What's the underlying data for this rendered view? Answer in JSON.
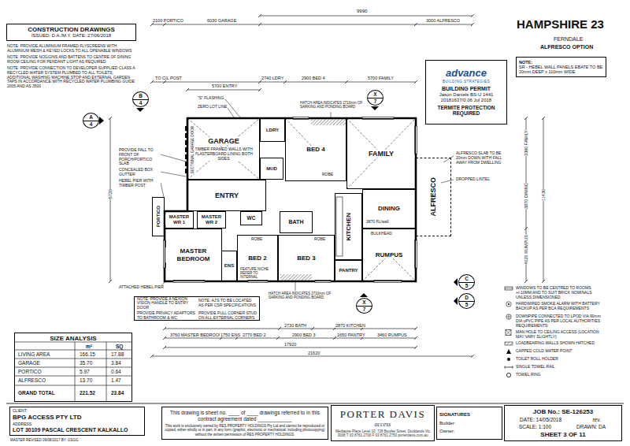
{
  "diagram": {
    "title": "HAMPSHIRE 23",
    "nodes": [
      {
        "text": [
          "CONSTRUCTION DRAWINGS",
          "ISSUED: D.A./M.Y. DATE: 27/06/2018"
        ]
      },
      {
        "text": [
          "advance",
          "BUILDING STRATEGIES",
          "BUILDING PERMIT",
          "Jason Daniels BS-U 1441",
          "20181637/0 06 Jul 2018",
          "TERMITE PROTECTION REQUIRED"
        ]
      },
      {
        "text": [
          "NOTE:",
          "SR - HEBEL WALL PANELS EBATE TO BE 20mm DEEP x 110mm WIDE"
        ]
      },
      {
        "text": [
          "A",
          "4"
        ]
      },
      {
        "text": [
          "B",
          "4"
        ]
      },
      {
        "text": [
          "X",
          "7"
        ]
      },
      {
        "text": [
          "C",
          "5"
        ]
      },
      {
        "text": [
          "D",
          "5"
        ]
      },
      {
        "text": [
          "X",
          "7"
        ]
      },
      {
        "text": [
          "GARAGE",
          "TIMBER FRAMED WALLS WITH PLASTERBOARD LINING BOTH SIDES"
        ]
      },
      {
        "text": [
          "LDRY"
        ]
      },
      {
        "text": [
          "MUD"
        ]
      },
      {
        "text": [
          "BED 4"
        ]
      },
      {
        "text": [
          "FAMILY"
        ]
      },
      {
        "text": [
          "ENTRY"
        ]
      },
      {
        "text": [
          "PORTICO"
        ]
      },
      {
        "text": [
          "MASTER WR 1"
        ]
      },
      {
        "text": [
          "MASTER WR 2"
        ]
      },
      {
        "text": [
          "WC"
        ]
      },
      {
        "text": [
          "MASTER BEDROOM"
        ]
      },
      {
        "text": [
          "ENS"
        ]
      },
      {
        "text": [
          "BED 2"
        ]
      },
      {
        "text": [
          "BATH"
        ]
      },
      {
        "text": [
          "BED 3"
        ]
      },
      {
        "text": [
          "KITCHEN"
        ]
      },
      {
        "text": [
          "PANTRY"
        ]
      },
      {
        "text": [
          "DINING"
        ]
      },
      {
        "text": [
          "RUMPUS"
        ]
      },
      {
        "text": [
          "ALFRESCO"
        ]
      },
      {
        "text": [
          "NOTE: PROVIDE A NEXION VISION HANDLE TO ENTRY DOOR",
          "NOTE: AJ'S TO BE LOCATED AS PER CSR SPECIFICATIONS",
          "PROVIDE PRIVACY ADAPTORS TO BATHROOM & WC",
          "PROVIDE FULL CORNER STUD ON ALL EXTERNAL CORNERS"
        ]
      },
      {
        "text": [
          "SIZE ANALYSIS"
        ]
      },
      {
        "text": [
          "CLIENT:",
          "BPG ACCESS PTY LTD",
          "ADDRESS:",
          "LOT 30109 PASCAL CRESCENT KALKALLO"
        ]
      },
      {
        "text": [
          "This drawing is sheet no. ____ of ____ drawings referred to in this contract agreement dated ____________",
          "This work is exclusively owned by RES PROPERTY HOLDINGS Pty Ltd and cannot be reproduced or copied, either wholly or in part, in any form (graphic, electronic or mechanical, including photocopying) without the written permission of RES PROPERTY HOLDINGS."
        ]
      },
      {
        "text": [
          "PORTER DAVIS",
          "access",
          "Mediaone Place Level 10, 728 Bourke Street, Docklands Vic 3008 T 03 8761 2700 F 03 8761 2750 porterdavis.com.au"
        ]
      },
      {
        "text": [
          "SIGNATURES",
          "Builder:",
          "Owner:"
        ]
      },
      {
        "text": [
          "JOB No.: SE-126253",
          "DATE: 14/05/2018",
          "rev.",
          "SCALE: 1:100",
          "DRAWN: DA",
          "SHEET 3 OF 11"
        ]
      }
    ],
    "labels": [
      "FERNDALE",
      "ALFRESCO OPTION",
      "NOTE: PROVIDE ALUMINIUM FRAMED FLYSCREENS WITH ALUMINIUM MESH & KEYED LOCKS TO ALL OPENABLE WINDOWS",
      "NOTE: PROVIDE NOGGINS AND BATTENS TO CENTRE OF DINING ROOM CEILING FOR PENDANT LIGHT AS REQUIRED",
      "NOTE: PROVIDE CONNECTION TO DEVELOPER SUPPLIED CLASS A RECYCLED WATER SYSTEM PLUMBED TO ALL TOILETS, ADDITIONAL WASHING MACHINE STOP AND EXTERNAL GARDEN TAPS IN ACCORDANCE WITH RECYCLED WATER PLUMBING GUIDE 2005 AND AS 3500",
      "\"S\" FLASHING",
      "ZERO LOT LINE",
      "HATCH AREA INDICATES 2710mm OF SARKING AND PONDING BOARD",
      "HATCH AREA INDICATES 2710mm OF SARKING AND PONDING BOARD",
      "PROVIDE FALL TO FRONT OF PORCH/PORTICO SLAB",
      "CONCEALED BOX GUTTER",
      "HEBEL PIER WITH TIMBER POST",
      "ATTACHED HEBEL PIER",
      "FEATURE NICHE REFER TO INTERNAL",
      "ALFRESCO SLAB TO BE 20mm DOWN WITH FALL AWAY FROM DWELLING",
      "DROPPED LINTEL",
      "3870 FL/wall",
      "BULKHEAD",
      "ROBE",
      "ROBE",
      "ROBE",
      "9990",
      "2100 PORTICO",
      "6030 GARAGE",
      "3000 ALFRESCO",
      "TO C/L POST",
      "2740 LDRY",
      "2900 BED 4",
      "5700 FAMILY",
      "5700 ENTRY",
      "2730 BATH",
      "2870 KITCHEN",
      "3760 MASTER BEDROOM",
      "1750 ENS",
      "2770 BED 2",
      "2900 BED 3",
      "1650 PANTRY",
      "3460 RUMPUS",
      "17920",
      "21620",
      "5720",
      "3360 FAMILY",
      "3870 DINING",
      "4020 RUMPUS",
      "11430",
      "m²",
      "SQ",
      "LIVING AREA",
      "166.15",
      "17.88",
      "GARAGE",
      "35.70",
      "3.84",
      "PORTICO",
      "5.97",
      "0.64",
      "ALFRESCO",
      "13.70",
      "1.47",
      "GRAND TOTAL",
      "221.52",
      "23.84",
      "MASTER REVISED 09/08/2017 BY: GSGG",
      "SECTIONAL GARAGE DOOR"
    ],
    "legend": [
      {
        "text": "WINDOWS TO BE CENTRED TO ROOMS +/-10MM AND TO SUIT BRICK NOMINALS UNLESS DIMENSIONED"
      },
      {
        "text": "HARDWIRED SMOKE ALARM WITH BATTERY BACKUP AS PER BCA REQUIREMENTS"
      },
      {
        "text": "DOWNPIPE CONNECTED TO LPOD VIA 90mm DIA uPVC PIPE AS PER LOCAL AUTHORITIES REQUIREMENTS"
      },
      {
        "text": "MAN HOLE TO CEILING ACCESS (LOCATION MAY VARY SLIGHTLY)"
      },
      {
        "text": "LOADBEARING WALLS SHOWN HATCHED"
      },
      {
        "text": "CAPPED COLD WATER POINT"
      },
      {
        "text": "TOILET ROLL HOLDER"
      },
      {
        "text": "SINGLE TOWEL RAIL"
      },
      {
        "text": "TOWEL RING"
      }
    ]
  }
}
